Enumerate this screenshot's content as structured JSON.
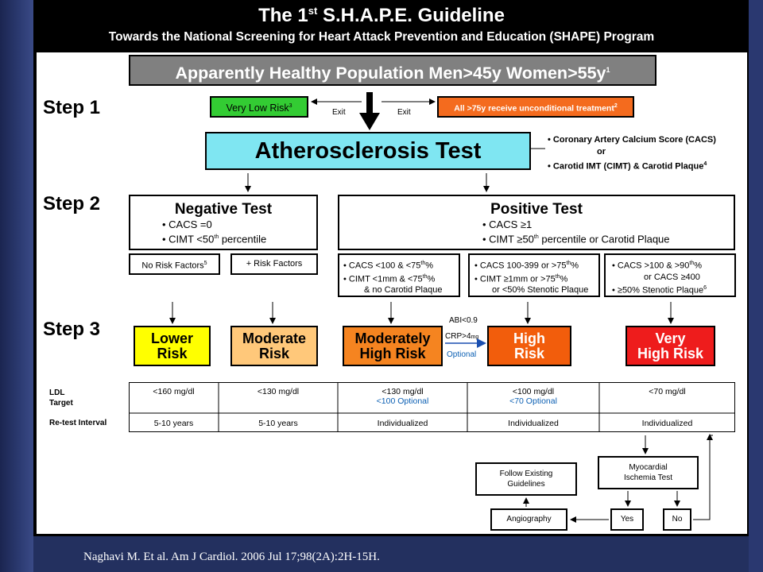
{
  "header": {
    "title_pre": "The 1",
    "title_sup": "st",
    "title_post": " S.H.A.P.E. Guideline",
    "subtitle": "Towards the National Screening for Heart Attack Prevention and Education (SHAPE) Program"
  },
  "population": {
    "text": "Apparently Healthy Population Men>45y Women>55y",
    "sup": "1"
  },
  "steps": {
    "step1": "Step 1",
    "step2": "Step 2",
    "step3": "Step 3"
  },
  "step1": {
    "very_low_risk": "Very Low Risk",
    "very_low_risk_sup": "3",
    "exit_left": "Exit",
    "exit_right": "Exit",
    "over75": "All >75y receive unconditional treatment",
    "over75_sup": "2",
    "athero_test": "Atherosclerosis Test",
    "options": [
      "• Coronary Artery Calcium Score (CACS)",
      "or",
      "• Carotid IMT (CIMT) & Carotid Plaque"
    ],
    "options_sup": "4"
  },
  "negative": {
    "title": "Negative Test",
    "b1": "• CACS =0",
    "b2_pre": "• CIMT   <50",
    "b2_sup": "th",
    "b2_post": " percentile"
  },
  "positive": {
    "title": "Positive Test",
    "b1": "• CACS ≥1",
    "b2_pre": "• CIMT   ≥50",
    "b2_sup": "th",
    "b2_post": " percentile or Carotid Plaque"
  },
  "sub": {
    "no_rf": "No Risk Factors",
    "no_rf_sup": "5",
    "plus_rf": "+ Risk Factors",
    "c1": [
      "• CACS <100   & <75",
      "• CIMT  <1mm & <75",
      "& no Carotid Plaque"
    ],
    "c1_sup": "th",
    "c1_suffix": "%",
    "c2": [
      "• CACS 100-399 or >75",
      "• CIMT  ≥1mm   or >75",
      "or <50% Stenotic Plaque"
    ],
    "c2_sup": "th",
    "c2_suffix": "%",
    "c3": [
      "• CACS >100 & >90",
      "or CACS ≥400",
      "• ≥50% Stenotic Plaque"
    ],
    "c3_sup": "th",
    "c3_suffix": "%",
    "c3_plaque_sup": "6"
  },
  "risks": {
    "lower": [
      "Lower",
      "Risk"
    ],
    "moderate": [
      "Moderate",
      "Risk"
    ],
    "mod_high": [
      "Moderately",
      "High Risk"
    ],
    "high": [
      "High",
      "Risk"
    ],
    "very_high": [
      "Very",
      "High Risk"
    ],
    "abi": "ABI<0.9",
    "crp": "CRP>4",
    "crp_sub": "mg",
    "optional": "Optional"
  },
  "colors": {
    "lower": "#ffff00",
    "moderate": "#ffc87a",
    "mod_high": "#f58420",
    "high": "#f25d0c",
    "very_high": "#ee1c1c",
    "exit_green": "#33cc33",
    "over75": "#f46b1e",
    "athero": "#7fe6f2",
    "population": "#808080"
  },
  "table": {
    "ldl_label": [
      "LDL",
      "Target"
    ],
    "retest_label": "Re-test Interval",
    "ldl": [
      "<160 mg/dl",
      "<130 mg/dl",
      "<130 mg/dl",
      "<100 mg/dl",
      "<70 mg/dl"
    ],
    "ldl_optional": [
      "",
      "",
      "<100 Optional",
      "<70 Optional",
      ""
    ],
    "retest": [
      "5-10 years",
      "5-10 years",
      "Individualized",
      "Individualized",
      "Individualized"
    ]
  },
  "followup": {
    "existing": [
      "Follow Existing",
      "Guidelines"
    ],
    "myocardial": [
      "Myocardial",
      "Ischemia Test"
    ],
    "angiography": "Angiography",
    "yes": "Yes",
    "no": "No"
  },
  "citation": "Naghavi M. Et al. Am J Cardiol. 2006 Jul 17;98(2A):2H-15H."
}
